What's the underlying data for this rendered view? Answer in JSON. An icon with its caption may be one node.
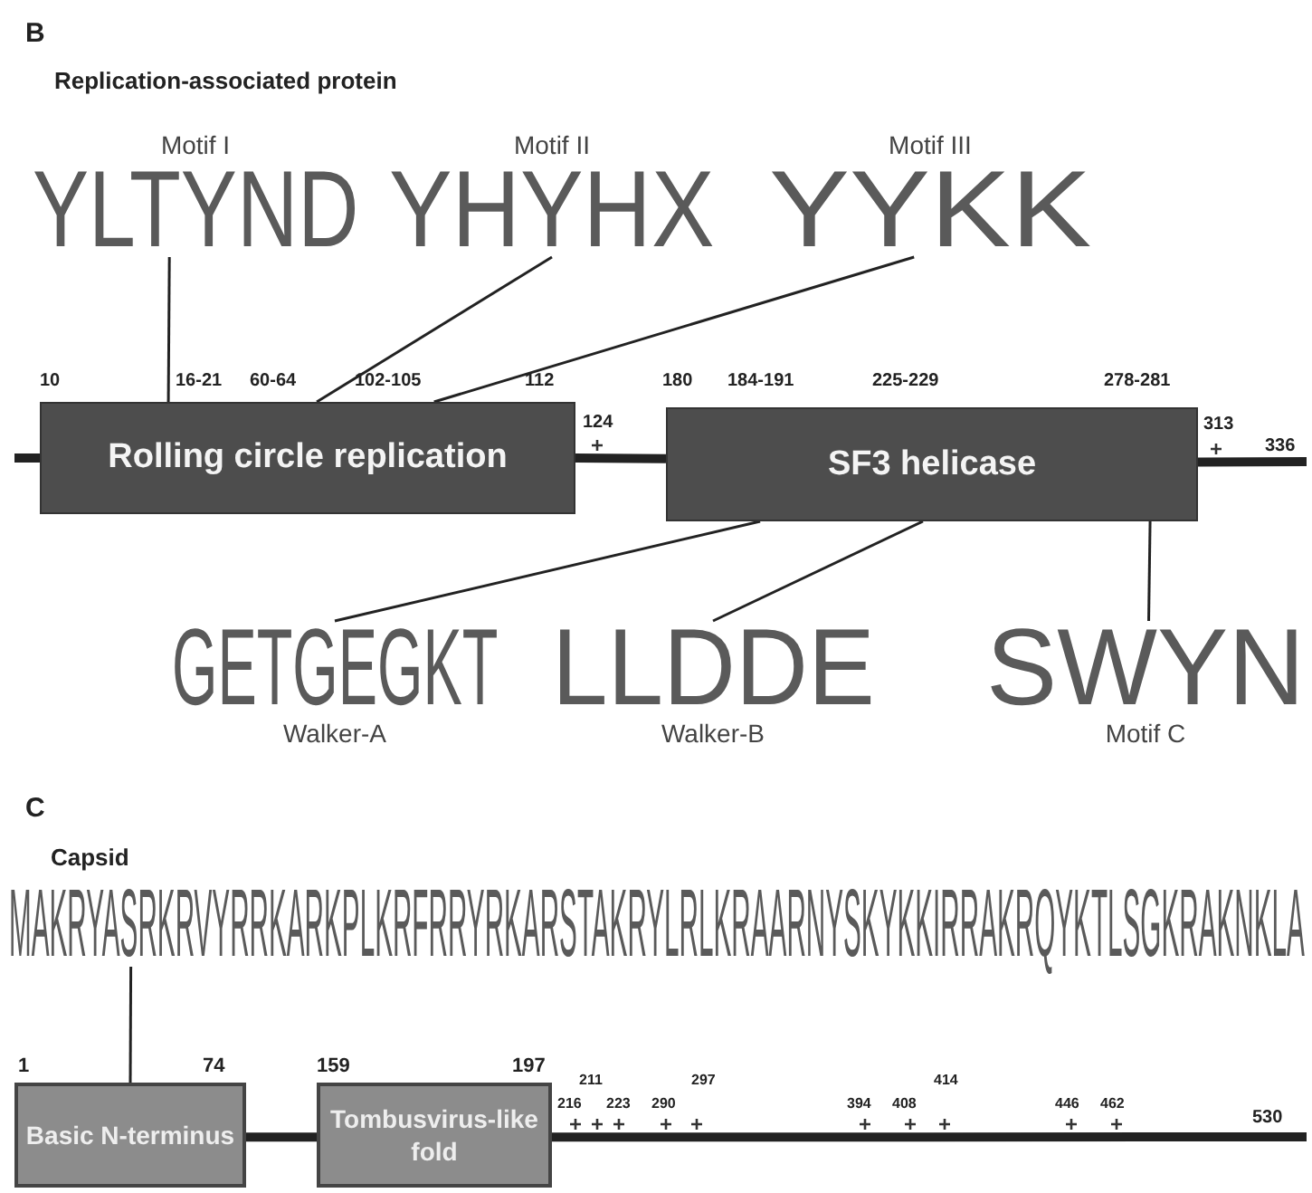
{
  "diagram": {
    "nodes": [
      {
        "text": [
          "Motif I",
          "YLTYND"
        ]
      },
      {
        "text": [
          "Motif II",
          "YHYHX"
        ]
      },
      {
        "text": [
          "Motif III",
          "YYKK"
        ]
      },
      {
        "text": [
          "Rolling circle replication"
        ]
      },
      {
        "text": [
          "SF3 helicase"
        ]
      },
      {
        "text": [
          "GETGEGKT",
          "Walker-A"
        ]
      },
      {
        "text": [
          "LLDDE",
          "Walker-B"
        ]
      },
      {
        "text": [
          "SWYN",
          "Motif C"
        ]
      },
      {
        "text": [
          "MAKRYASRKRVYRRKARKPLKRFRRYRKARSTAKRYLRLKRAARNYSKYKKIRRAKRQYKTLSGKRAKNKLA"
        ]
      },
      {
        "text": [
          "Basic N-terminus"
        ]
      },
      {
        "text": [
          "Tombusvirus-like fold"
        ]
      }
    ],
    "edges": [
      {
        "from": 0,
        "to": 3,
        "arrow": "none"
      },
      {
        "from": 1,
        "to": 3,
        "arrow": "none"
      },
      {
        "from": 2,
        "to": 3,
        "arrow": "none"
      },
      {
        "from": 4,
        "to": 5,
        "arrow": "none"
      },
      {
        "from": 4,
        "to": 6,
        "arrow": "none"
      },
      {
        "from": 4,
        "to": 7,
        "arrow": "none"
      },
      {
        "from": 8,
        "to": 9,
        "arrow": "none"
      },
      {
        "from": null,
        "to": 3,
        "arrow": "none",
        "style": "thick"
      },
      {
        "from": 3,
        "to": 4,
        "arrow": "none",
        "style": "thick"
      },
      {
        "from": 4,
        "to": null,
        "arrow": "none",
        "style": "thick"
      },
      {
        "from": 9,
        "to": 10,
        "arrow": "none",
        "style": "thick"
      },
      {
        "from": 10,
        "to": null,
        "arrow": "none",
        "style": "thick"
      }
    ],
    "labels": [
      "B",
      "Replication-associated protein",
      "10",
      "16-21",
      "60-64",
      "102-105",
      "112",
      "124",
      "180",
      "184-191",
      "225-229",
      "278-281",
      "313",
      "336",
      "C",
      "Capsid",
      "1",
      "74",
      "159",
      "197",
      "211",
      "216",
      "223",
      "297",
      "290",
      "414",
      "394",
      "408",
      "446",
      "462",
      "530"
    ]
  }
}
